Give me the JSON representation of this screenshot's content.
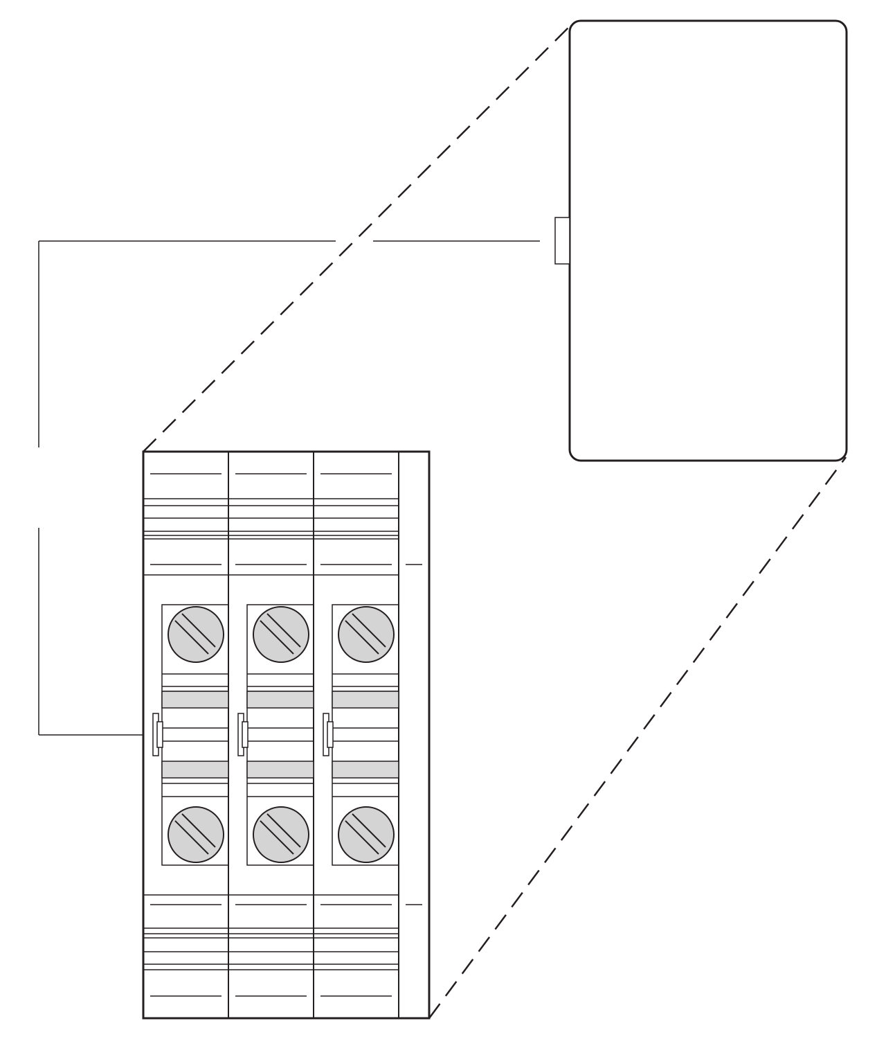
{
  "diagram": {
    "type": "terminal-block-detail",
    "terminal_block": {
      "module_count": 3,
      "screws_per_module": 2,
      "has_end_plate": true
    },
    "detail_callout": {
      "style": "rounded-rectangle",
      "connector": "dashed-lines"
    },
    "colors": {
      "stroke": "#231f20",
      "screw_fill": "#d4d4d4",
      "band_fill": "#d9d9d9",
      "background": "#ffffff"
    }
  }
}
